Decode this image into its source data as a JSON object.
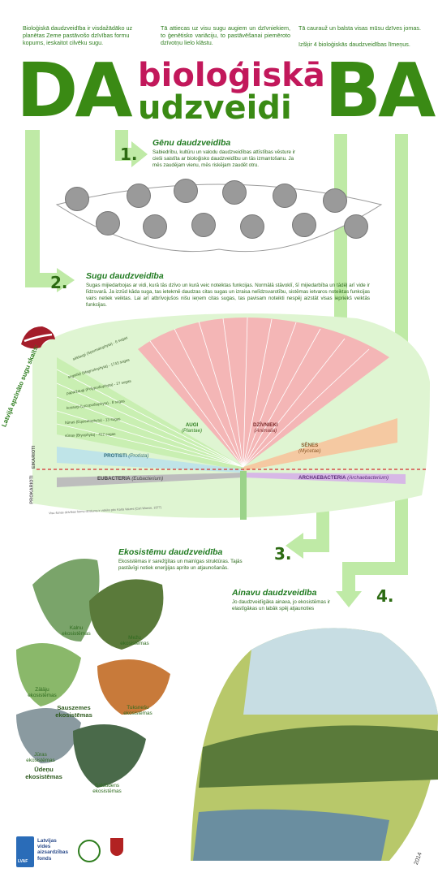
{
  "intro": {
    "col1": "Bioloģiskā daudzveidība ir visdažādāko uz planētas Zeme pastāvošo dzīvības formu kopums, ieskaitot cilvēku sugu.",
    "col2": "Tā attiecas uz visu sugu augiem un dzīvniekiem, to ģenētisko variāciju, to pastāvēšanai piemēroto dzīvotņu lielo klāstu.",
    "col3a": "Tā caurauž un balsta visas mūsu dzīves jomas.",
    "col3b": "Izšķir 4 bioloģiskās daudzveidības līmeņus."
  },
  "title": {
    "left": "DA",
    "word1": "bioloģiskā",
    "word2": "udzveidi",
    "right": "BA"
  },
  "sections": {
    "genu": {
      "number": "1.",
      "title": "Gēnu daudzveidība",
      "body": "Sabiedrību, kultūru un valodu daudzveidības attīstības vēsture ir cieši saistīta ar bioloģisko daudzveidību un tās izmantošanu. Ja mēs zaudējam vienu, mēs riskējam zaudēt otru."
    },
    "sugu": {
      "number": "2.",
      "title": "Sugu daudzveidība",
      "body": "Sugas mijiedarbojas ar vidi, kurā tās dzīvo un kurā veic noteiktas funkcijas. Normālā stāvoklī, šī mijiedarbība un tādēļ arī vide ir līdzsvarā. Ja izzūd kāda suga, tas ietekmē daudzas citas sugas un izraisa nelīdzsvarotību, sistēmas ietvaros noteiktas funkcijas vairs netiek veiktas. Lai arī atbrīvojušos nišu ieņem citas sugas, tas pavisam noteikti nespēj aizstāt visas iepriekš veiktās funkcijas."
    },
    "ekosistemu": {
      "number": "3.",
      "title": "Ekosistēmu daudzveidība",
      "body": "Ekosistēmas ir sarežģītas un mainīgas struktūras. Tajās pastāvīgi notiek enerģijas aprite un atjaunošanās."
    },
    "ainavu": {
      "number": "4.",
      "title": "Ainavu daudzveidība",
      "body": "Jo daudzveidīgāka ainava, jo ekosistēmas ir elastīgākas un labāk spēj atjaunoties"
    }
  },
  "tree": {
    "side_label": "Latvijā apzināto sugu skaits:",
    "augi": "AUGI",
    "augi_sub": "(Plantae)",
    "dzivnieki": "DZĪVNIEKI",
    "dzivnieki_sub": "(Animalia)",
    "senes": "SĒNES",
    "senes_sub": "(Mycetae)",
    "protisti": "PROTISTI",
    "protisti_sub": "(Protista)",
    "eubacteria": "EUBACTERIA",
    "eubacteria_sub": "(Eubacterium)",
    "archaebacteria": "ARCHAEBACTERIA",
    "archaebacteria_sub": "(Archaebacterium)",
    "eukarioti": "EIKARIOTI",
    "prokarioti": "PROKARIOTI",
    "plant_rows": [
      "sēklaugi (Spermatophyta) - 6 sugas",
      "segsēkļi (Magnoliophyta) - 1743 sugas",
      "paparžaugi (Polypodiophyta) - 27 sugas",
      "kosaugi (Lycopodiophyta) - 8 sugas",
      "hūnas (Equisetophyta) - 13 sugas",
      "sūnas (Bryophyta) - 412 sugas"
    ],
    "footnote": "Visu šūnas dzīvības formu dzīslums ir viskiks pēc Karla Vaizes (Carl Woese, 1977)"
  },
  "ecosystems": {
    "kalnu": "Kalnu ekosistēmas",
    "zalaju": "Zālāju ekosistēmas",
    "mezu": "Mežu ekosistēmas",
    "sauszemes": "Sauszemes ekosistēmas",
    "tuksnesu": "Tuksnešu ekosistēmas",
    "juras": "Jūras ekosistēmas",
    "udenu": "Ūdeņu ekosistēmas",
    "saldudens": "Saldūdens ekosistēmas"
  },
  "footer": {
    "lvaf_line1": "Latvijas",
    "lvaf_line2": "vides",
    "lvaf_line3": "aizsardzības",
    "lvaf_line4": "fonds",
    "lvaf_abbr": "LVAF",
    "year": "2014"
  },
  "colors": {
    "accent_green": "#3f9a1c",
    "arrow_green": "#a8e08a",
    "title_magenta": "#c2185b",
    "title_green": "#3a8a14",
    "pink_band": "#f4b6b6",
    "pale_green_band": "#c9efb2"
  }
}
